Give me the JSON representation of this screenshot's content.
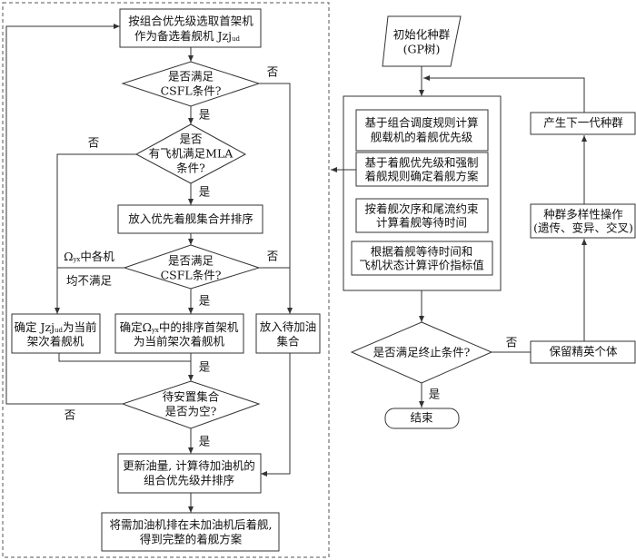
{
  "left": {
    "select_box": [
      "按组合优先级选取首架机",
      "作为备选着舰机 Jzj",
      "ud"
    ],
    "csfl1": [
      "是否满足",
      "CSFL条件?"
    ],
    "mla": [
      "是否",
      "有飞机满足MLA",
      "条件?"
    ],
    "priority_set": "放入优先着舰集合并排序",
    "csfl2": [
      "是否满足",
      "CSFL条件?"
    ],
    "omega_label": [
      "Ω",
      "yx",
      "中各机"
    ],
    "none_satisfy": "均不满足",
    "confirm_jzj": [
      "确定 Jzj",
      "ud",
      "为当前",
      "架次着舰机"
    ],
    "confirm_omega": [
      "确定Ω",
      "yx",
      "中的排序首架机",
      "为当前架次着舰机"
    ],
    "refuel_set": [
      "放入待加油",
      "集合"
    ],
    "empty_check": [
      "待安置集合",
      "是否为空?"
    ],
    "update_fuel": [
      "更新油量, 计算待加油机的",
      "组合优先级并排序"
    ],
    "final_plan": [
      "将需加油机排在未加油机后着舰,",
      "得到完整的着舰方案"
    ]
  },
  "right": {
    "init": [
      "初始化种群",
      "(GP树)"
    ],
    "steps": [
      [
        "基于组合调度规则计算",
        "舰载机的着舰优先级"
      ],
      [
        "基于着舰优先级和强制",
        "着舰规则确定着舰方案"
      ],
      [
        "按着舰次序和尾流约束",
        "计算着舰等待时间"
      ],
      [
        "根据着舰等待时间和",
        "飞机状态计算评价指标值"
      ]
    ],
    "terminate": "是否满足终止条件?",
    "end": "结束",
    "elite": "保留精英个体",
    "diversity": [
      "种群多样性操作",
      "(遗传、变异、交叉)"
    ],
    "next_gen": "产生下一代种群"
  },
  "labels": {
    "yes": "是",
    "no": "否"
  }
}
